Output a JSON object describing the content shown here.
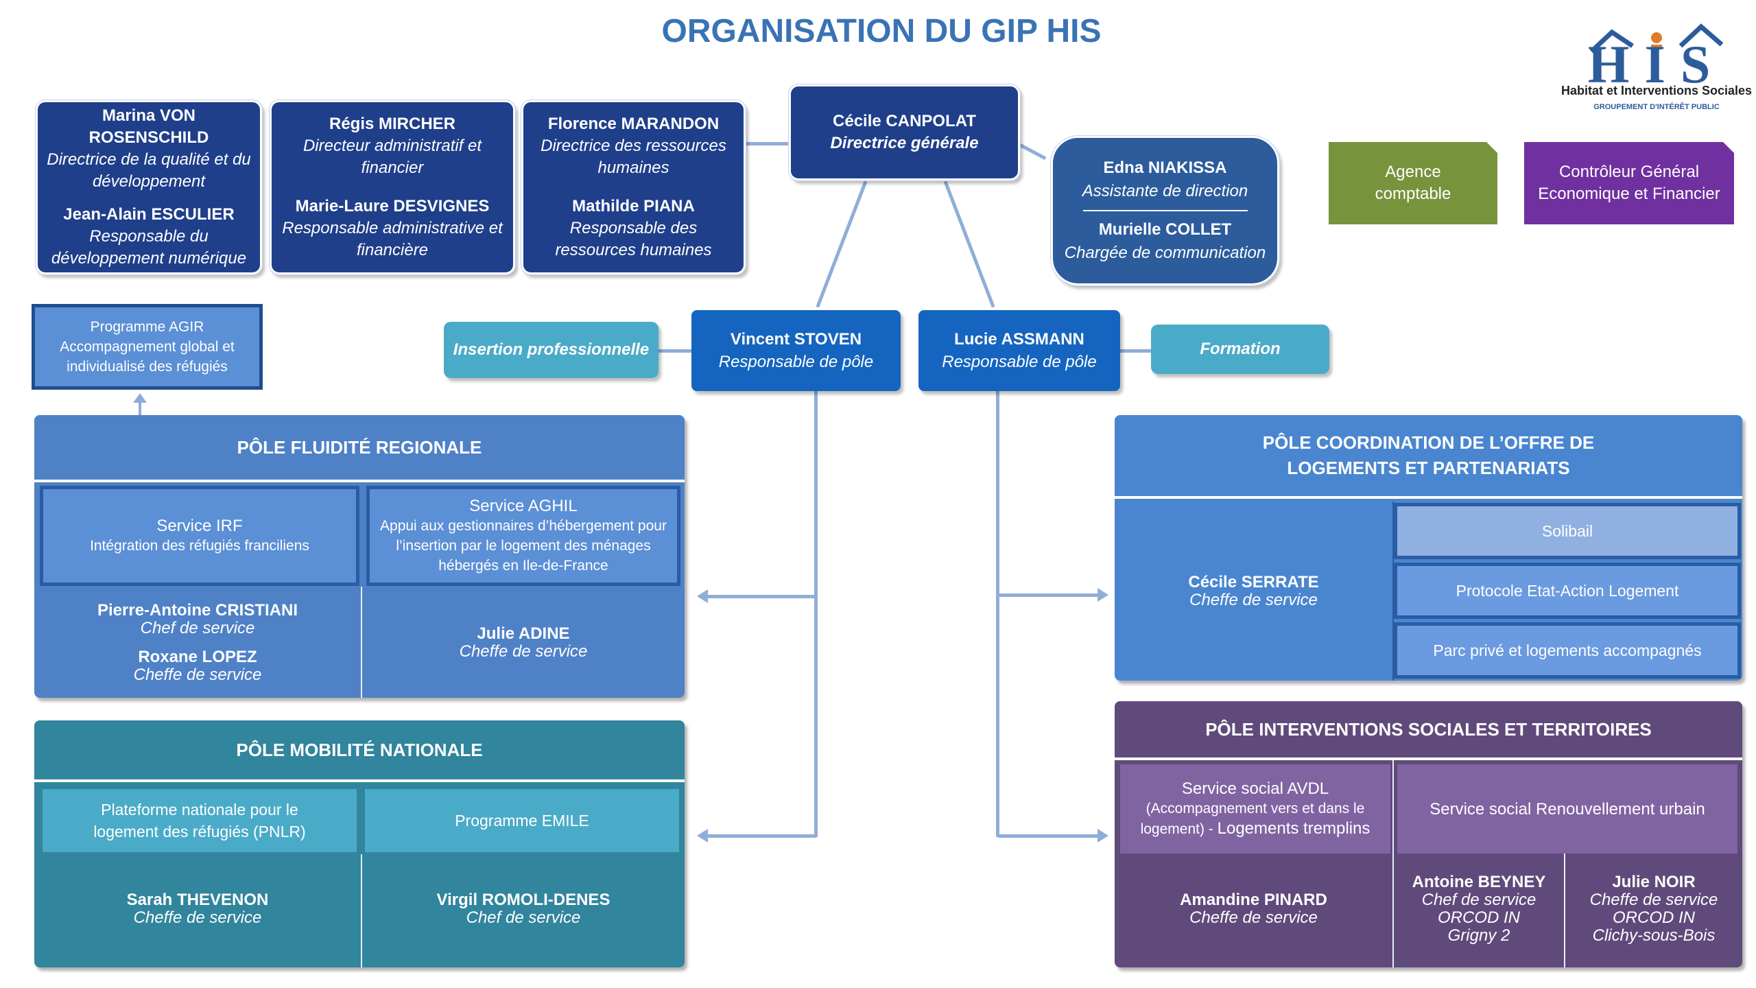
{
  "title": "ORGANISATION DU GIP HIS",
  "logo": {
    "letters": "HIS",
    "name": "Habitat et Interventions Sociales",
    "subtitle": "GROUPEMENT D'INTÉRÊT PUBLIC"
  },
  "executives": [
    {
      "name1": "Marina VON ROSENSCHILD",
      "role1": "Directrice de la qualité et du développement",
      "name2": "Jean-Alain ESCULIER",
      "role2": "Responsable du développement numérique"
    },
    {
      "name1": "Régis MIRCHER",
      "role1": "Directeur administratif et financier",
      "name2": "Marie-Laure DESVIGNES",
      "role2": "Responsable administrative et financière"
    },
    {
      "name1": "Florence MARANDON",
      "role1": "Directrice des ressources humaines",
      "name2": "Mathilde PIANA",
      "role2": "Responsable des ressources humaines"
    }
  ],
  "director": {
    "name": "Cécile  CANPOLAT",
    "role": "Directrice générale"
  },
  "assistant": {
    "name1": "Edna NIAKISSA",
    "role1": "Assistante de direction",
    "name2": "Murielle COLLET",
    "role2": "Chargée de communication"
  },
  "agence": "Agence comptable",
  "controleur": "Contrôleur Général Economique et Financier",
  "agir": "Programme AGIR Accompagnement global et individualisé des réfugiés",
  "insertion": "Insertion professionnelle",
  "formation": "Formation",
  "pole_resp": [
    {
      "name": "Vincent  STOVEN",
      "role": "Responsable de pôle"
    },
    {
      "name": "Lucie ASSMANN",
      "role": "Responsable de pôle"
    }
  ],
  "fluidite": {
    "header": "PÔLE FLUIDITÉ REGIONALE",
    "irf_title": "Service IRF",
    "irf_desc": "Intégration des réfugiés franciliens",
    "aghil_title": "Service AGHIL",
    "aghil_desc": "Appui aux gestionnaires d’hébergement pour l’insertion  par le logement des ménages hébergés en Ile-de-France",
    "p1_name": "Pierre-Antoine CRISTIANI",
    "p1_role": "Chef de service",
    "p2_name": "Roxane LOPEZ",
    "p2_role": "Cheffe de service",
    "p3_name": "Julie ADINE",
    "p3_role": "Cheffe de service"
  },
  "mobilite": {
    "header": "PÔLE MOBILITÉ NATIONALE",
    "svc1": "Plateforme nationale pour le logement des réfugiés (PNLR)",
    "svc2": "Programme EMILE",
    "p1_name": "Sarah THEVENON",
    "p1_role": "Cheffe de service",
    "p2_name": "Virgil ROMOLI-DENES",
    "p2_role": "Chef de service"
  },
  "coordination": {
    "header": "PÔLE COORDINATION DE L’OFFRE DE LOGEMENTS ET PARTENARIATS",
    "p_name": "Cécile SERRATE",
    "p_role": "Cheffe de service",
    "svc1": "Solibail",
    "svc2": "Protocole Etat-Action Logement",
    "svc3": "Parc privé et logements accompagnés"
  },
  "interventions": {
    "header": "PÔLE INTERVENTIONS SOCIALES ET TERRITOIRES",
    "svc1": "Service social AVDL",
    "svc1_desc": "(Accompagnement vers et dans le logement) - ",
    "svc1_tail": "Logements tremplins",
    "svc2": "Service social Renouvellement urbain",
    "p1_name": "Amandine PINARD",
    "p1_role": "Cheffe de service",
    "p2_name": "Antoine BEYNEY",
    "p2_role": "Chef de service",
    "p2_l2": "ORCOD IN",
    "p2_l3": "Grigny 2",
    "p3_name": "Julie NOIR",
    "p3_role": "Cheffe de service",
    "p3_l2": "ORCOD IN",
    "p3_l3": "Clichy-sous-Bois"
  },
  "colors": {
    "navy": "#1f3f8a",
    "blue": "#1565c0",
    "fluidite": "#4f81c7",
    "coordination": "#4a86d0",
    "mobilite": "#31859c",
    "interventions": "#604a7b",
    "green": "#77933c",
    "purple": "#7030a0",
    "teal": "#4aabc8"
  }
}
